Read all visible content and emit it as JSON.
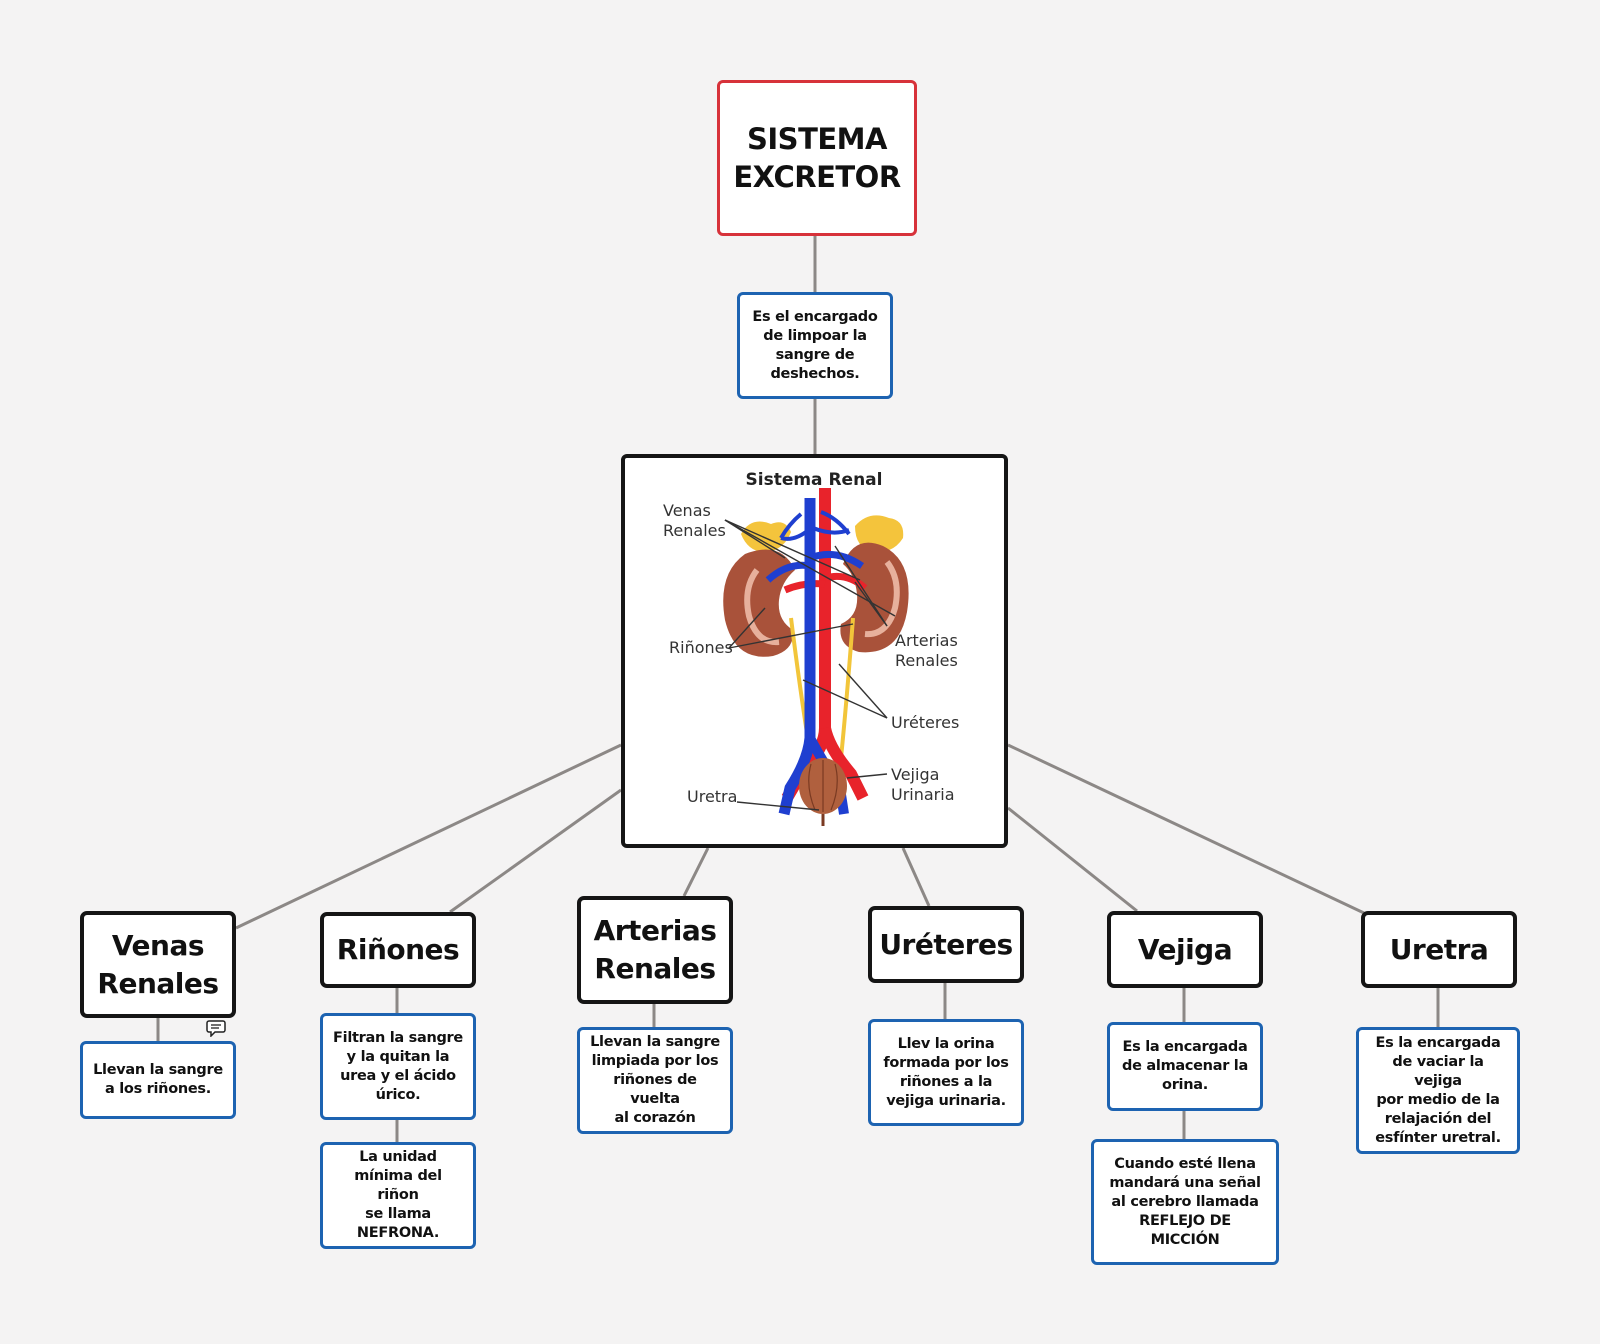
{
  "root": {
    "title": "SISTEMA\nEXCRETOR"
  },
  "definition": "Es el encargado\nde limpoar la\nsangre de\ndeshechos.",
  "image": {
    "title": "Sistema Renal",
    "labels": {
      "venas_renales": [
        "Venas",
        "Renales"
      ],
      "rinones": "Riñones",
      "arterias_renales": [
        "Arterias",
        "Renales"
      ],
      "ureteres": "Uréteres",
      "vejiga_urinaria": [
        "Vejiga",
        "Urinaria"
      ],
      "uretra": "Uretra"
    }
  },
  "categories": [
    {
      "label": "Venas\nRenales",
      "descriptions": [
        "Llevan la sangre\na los riñones."
      ]
    },
    {
      "label": "Riñones",
      "descriptions": [
        "Filtran la sangre\ny la quitan la\nurea y el ácido\núrico.",
        "La unidad\nmínima del riñon\nse llama\nNEFRONA."
      ]
    },
    {
      "label": "Arterias\nRenales",
      "descriptions": [
        "Llevan la sangre\nlimpiada por los\nriñones de vuelta\nal corazón"
      ]
    },
    {
      "label": "Uréteres",
      "descriptions": [
        "Llev la orina\nformada por los\nriñones a la\nvejiga urinaria."
      ]
    },
    {
      "label": "Vejiga",
      "descriptions": [
        "Es la encargada\nde almacenar la\norina.",
        "Cuando esté llena\nmandará una señal\nal cerebro llamada\nREFLEJO DE MICCIÓN"
      ]
    },
    {
      "label": "Uretra",
      "descriptions": [
        "Es la encargada\nde vaciar la vejiga\npor medio de la\nrelajación del\nesfínter uretral."
      ]
    }
  ],
  "colors": {
    "background": "#f4f3f3",
    "root_border": "#d7323a",
    "category_border": "#151515",
    "description_border": "#1d63b1",
    "connector": "#8c8886",
    "artery": "#e8232b",
    "vein": "#1f3fd0",
    "kidney": "#a9523a",
    "ureter": "#f2c53a",
    "gland": "#f4c43c"
  },
  "icons": [
    "comment-icon"
  ]
}
